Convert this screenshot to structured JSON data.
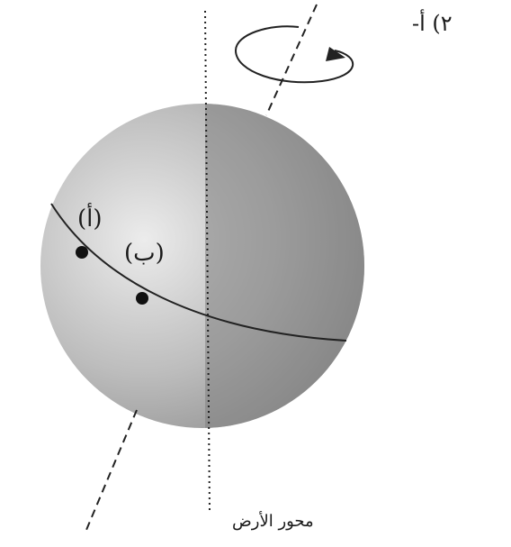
{
  "question_label": "٢) أ-",
  "point_a_label": "(أ)",
  "point_b_label": "(ب)",
  "axis_caption": "محور الأرض",
  "colors": {
    "globe_light": "#e6e6e6",
    "globe_mid": "#b4b4b4",
    "globe_shadow": "#8f8f8f",
    "line": "#222222"
  }
}
